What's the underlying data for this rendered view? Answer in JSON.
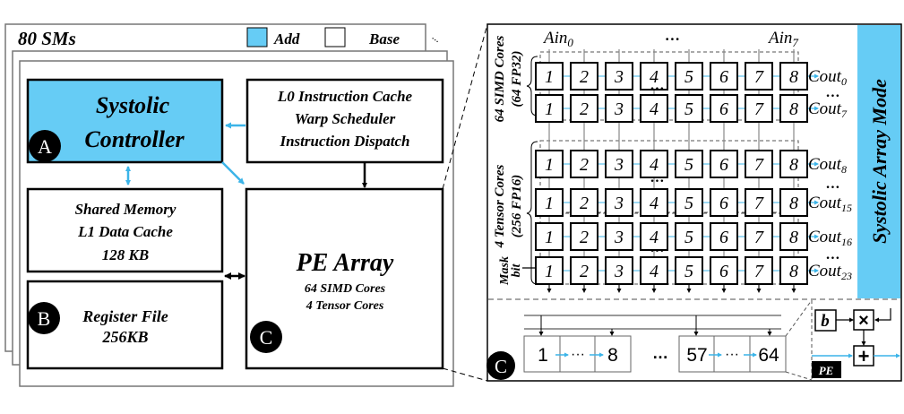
{
  "legend": {
    "title": "80 SMs",
    "add_label": "Add",
    "base_label": "Base",
    "add_color": "#66CCF5",
    "base_color": "#FFFFFF"
  },
  "colors": {
    "accent": "#66CCF5",
    "arrow_blue": "#3BB4E8",
    "stroke": "#000000",
    "grey_frame": "#777777"
  },
  "sm": {
    "systolic_controller": {
      "line1": "Systolic",
      "line2": "Controller",
      "badge": "A"
    },
    "instruction_block": {
      "line1": "L0 Instruction Cache",
      "line2": "Warp Scheduler",
      "line3": "Instruction Dispatch"
    },
    "shared_memory": {
      "line1": "Shared Memory",
      "line2": "L1 Data Cache",
      "line3": "128 KB"
    },
    "register_file": {
      "line1": "Register File",
      "line2": "256KB",
      "badge": "B"
    },
    "pe_array": {
      "title": "PE Array",
      "line1": "64 SIMD Cores",
      "line2": "4 Tensor Cores",
      "badge": "C"
    }
  },
  "systolic_panel": {
    "mode_label": "Systolic Array Mode",
    "ain_first": "Ain",
    "ain_first_sub": "0",
    "ain_last": "Ain",
    "ain_last_sub": "7",
    "ain_ellipsis": "…",
    "simd_group_label1": "64 SIMD Cores",
    "simd_group_label2": "(64 FP32)",
    "tensor_group_label1": "4 Tensor Cores",
    "tensor_group_label2": "(256 FP16)",
    "mask_label1": "Mask",
    "mask_label2": "bit",
    "pe_numbers": [
      "1",
      "2",
      "3",
      "4",
      "5",
      "6",
      "7",
      "8"
    ],
    "row_ellipsis": "…",
    "outputs": [
      {
        "base": "Cout",
        "sub": "0"
      },
      {
        "base": "Cout",
        "sub": "7"
      },
      {
        "base": "Cout",
        "sub": "8"
      },
      {
        "base": "Cout",
        "sub": "15"
      },
      {
        "base": "Cout",
        "sub": "16"
      },
      {
        "base": "Cout",
        "sub": "23"
      }
    ]
  },
  "simd_chain": {
    "badge": "C",
    "cells_left": [
      "1",
      "",
      "8"
    ],
    "cells_right": [
      "57",
      "",
      "64"
    ],
    "inner_ellipsis": "···",
    "group_ellipsis": "…"
  },
  "pe_detail": {
    "b_label": "b",
    "mul_symbol": "×",
    "add_symbol": "+",
    "tag": "PE"
  }
}
